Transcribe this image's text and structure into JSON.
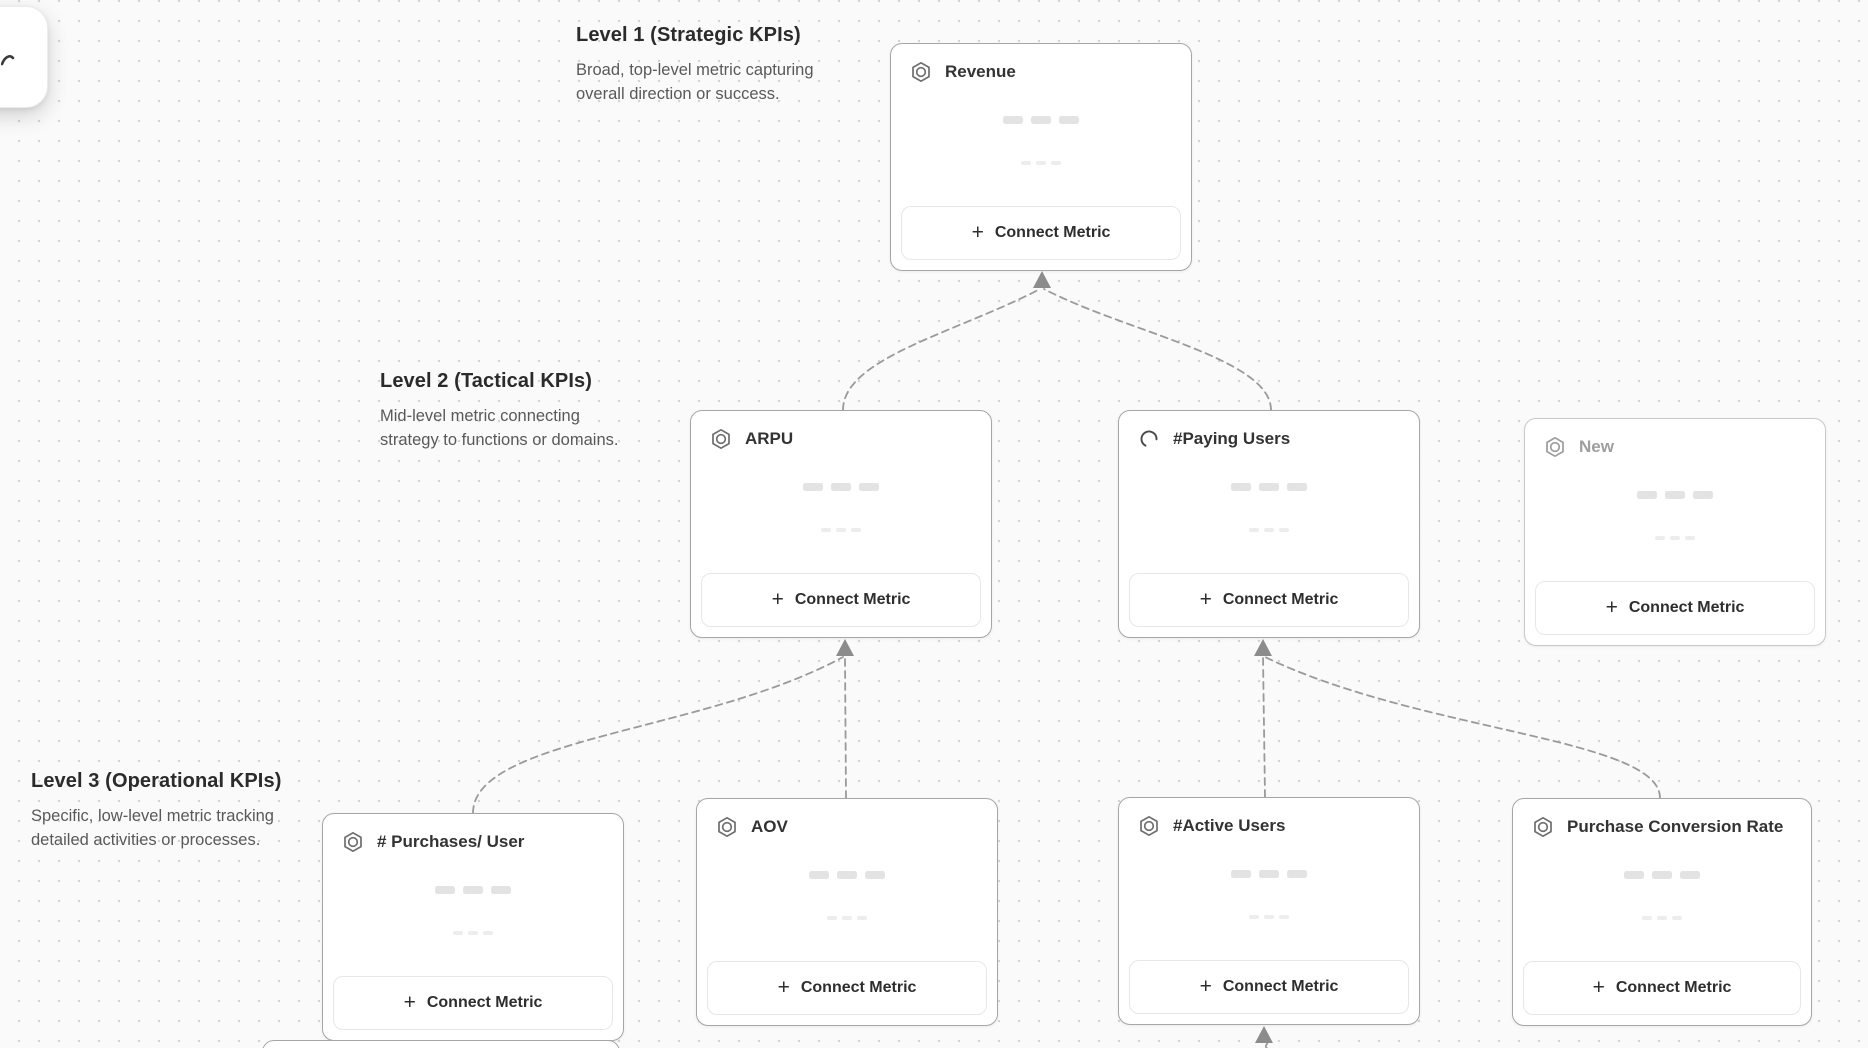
{
  "canvas": {
    "background": "#fafafa",
    "dot_color": "#d4d4d4",
    "connector_color": "#9a9a9a",
    "card_border_color": "#a6a6a6"
  },
  "levels": [
    {
      "title": "Level 1 (Strategic KPIs)",
      "description": "Broad, top-level metric capturing overall direction or success."
    },
    {
      "title": "Level 2 (Tactical KPIs)",
      "description": "Mid-level metric connecting strategy to functions or domains."
    },
    {
      "title": "Level 3 (Operational KPIs)",
      "description": "Specific, low-level metric tracking detailed activities or processes."
    }
  ],
  "cards": [
    {
      "title": "Revenue",
      "level": 1,
      "icon": "metric-hexagon"
    },
    {
      "title": "ARPU",
      "level": 2,
      "icon": "metric-hexagon"
    },
    {
      "title": "#Paying Users",
      "level": 2,
      "icon": "loading-spinner"
    },
    {
      "title": "New",
      "level": 2,
      "icon": "metric-hexagon",
      "placeholder": true
    },
    {
      "title": "# Purchases/ User",
      "level": 3,
      "icon": "metric-hexagon"
    },
    {
      "title": "AOV",
      "level": 3,
      "icon": "metric-hexagon"
    },
    {
      "title": "#Active Users",
      "level": 3,
      "icon": "metric-hexagon"
    },
    {
      "title": "Purchase Conversion Rate",
      "level": 3,
      "icon": "metric-hexagon"
    }
  ],
  "connect_metric_label": "Connect Metric",
  "icons": {
    "plus": "+"
  }
}
